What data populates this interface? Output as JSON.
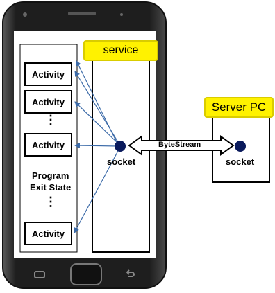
{
  "service": {
    "label": "service"
  },
  "server": {
    "label": "Server PC",
    "socket_label": "socket"
  },
  "phone": {
    "socket_label": "socket",
    "activities": [
      "Activity",
      "Activity",
      "Activity",
      "Activity"
    ],
    "dots": [
      "⋮",
      "⋮"
    ],
    "program_exit": {
      "line1": "Program",
      "line2": "Exit State"
    }
  },
  "link": {
    "label": "ByteStream"
  },
  "colors": {
    "tag_fill": "#fff200",
    "socket_dot": "#0a1a5c",
    "arrow": "#3b6aa8",
    "phone_body": "#2a2a2a"
  }
}
